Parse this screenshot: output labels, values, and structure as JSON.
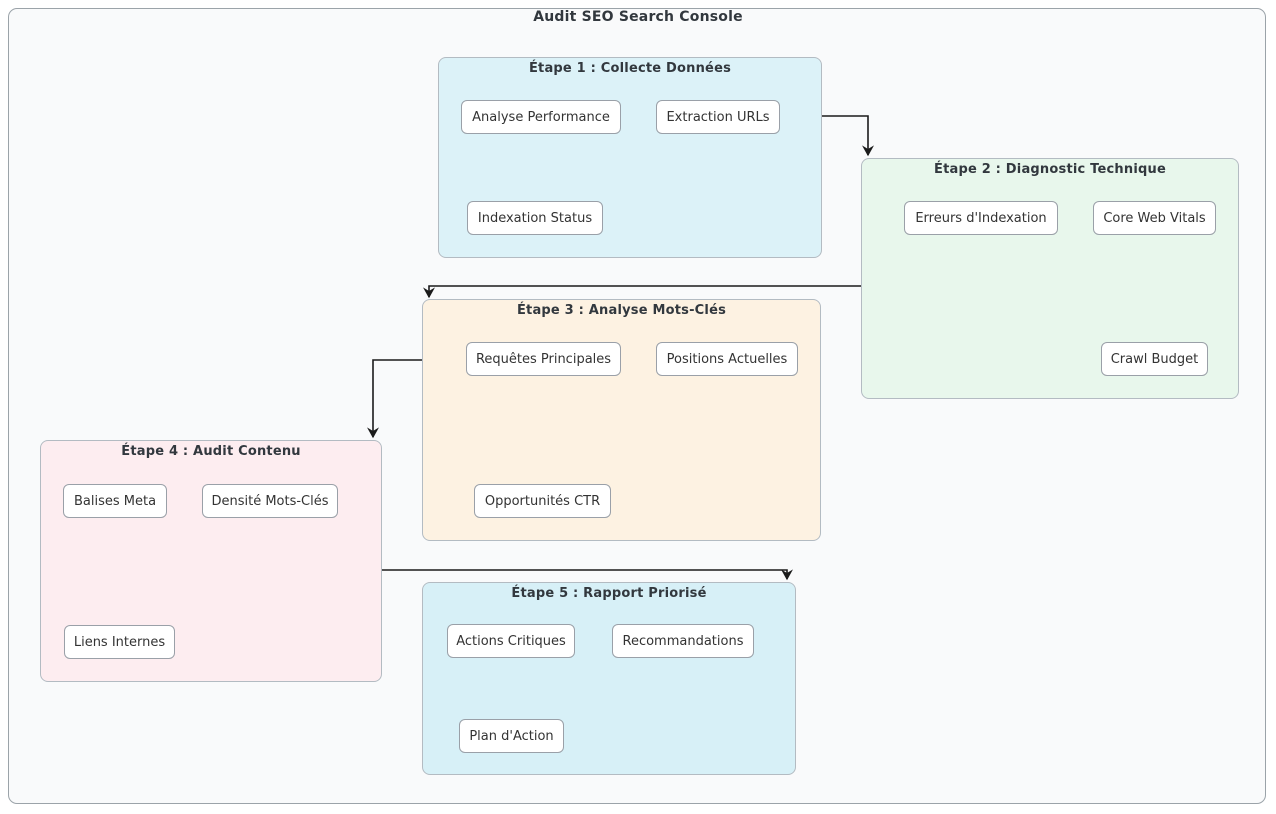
{
  "diagram": {
    "title": "Audit SEO Search Console",
    "groups": [
      {
        "id": "etape-1",
        "title": "Étape 1 : Collecte Données",
        "fill": "#dcf2f8",
        "nodes": [
          "Analyse Performance",
          "Extraction URLs",
          "Indexation Status"
        ]
      },
      {
        "id": "etape-2",
        "title": "Étape 2 : Diagnostic Technique",
        "fill": "#e8f7ec",
        "nodes": [
          "Erreurs d'Indexation",
          "Core Web Vitals",
          "Crawl Budget"
        ]
      },
      {
        "id": "etape-3",
        "title": "Étape 3 : Analyse Mots-Clés",
        "fill": "#fdf2e2",
        "nodes": [
          "Requêtes Principales",
          "Positions Actuelles",
          "Opportunités CTR"
        ]
      },
      {
        "id": "etape-4",
        "title": "Étape 4 : Audit Contenu",
        "fill": "#fdedf0",
        "nodes": [
          "Balises Meta",
          "Densité Mots-Clés",
          "Liens Internes"
        ]
      },
      {
        "id": "etape-5",
        "title": "Étape 5 : Rapport Priorisé",
        "fill": "#d7f0f7",
        "nodes": [
          "Actions Critiques",
          "Recommandations",
          "Plan d'Action"
        ]
      }
    ],
    "edges": [
      {
        "from": "Étape 1 : Collecte Données",
        "to": "Étape 2 : Diagnostic Technique"
      },
      {
        "from": "Étape 2 : Diagnostic Technique",
        "to": "Étape 3 : Analyse Mots-Clés"
      },
      {
        "from": "Étape 3 : Analyse Mots-Clés",
        "to": "Étape 4 : Audit Contenu"
      },
      {
        "from": "Étape 4 : Audit Contenu",
        "to": "Étape 5 : Rapport Priorisé"
      }
    ],
    "colors": {
      "edge": "#1b1b1b",
      "node_fill": "#ffffff",
      "node_border": "#9aa0a8",
      "container_border": "#b3bbc2",
      "page_background": "#f9fafb"
    }
  }
}
